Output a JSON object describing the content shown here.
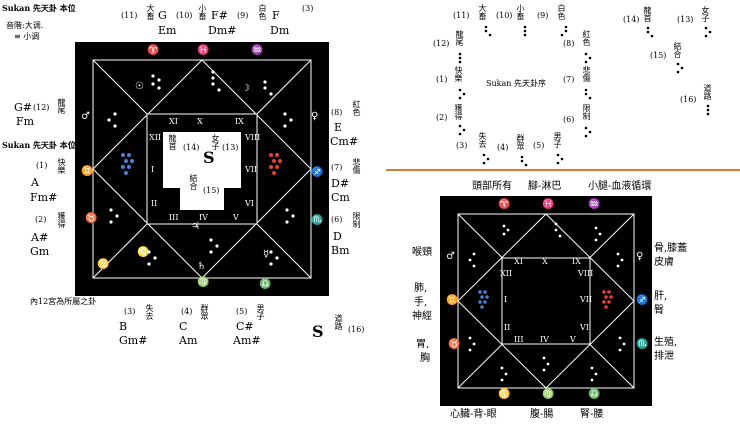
{
  "left": {
    "header": "Sukan 先天卦 本位",
    "legend": [
      "音階:大调.",
      "≡ 小调"
    ],
    "middle_label": "Sukan 先天卦 本位",
    "footer_note": "內12宮為所屬之卦",
    "big_s": "S",
    "top": [
      {
        "num": "(11)",
        "gua": "大畜",
        "note": "G",
        "chord": "Em"
      },
      {
        "num": "(10)",
        "gua": "小畜",
        "note": "F#",
        "chord": "Dm#"
      },
      {
        "num": "(9)",
        "gua": "白色",
        "note": "F",
        "chord": "Dm"
      },
      {
        "num": "(3)"
      }
    ],
    "left_side": [
      {
        "num": "(12)",
        "gua": "龍尾",
        "note": "G#",
        "chord": "Fm"
      },
      {
        "num": "(1)",
        "gua": "快樂",
        "note": "A",
        "chord": "Fm#"
      },
      {
        "num": "(2)",
        "gua": "獲得",
        "note": "A#",
        "chord": "Gm"
      }
    ],
    "right_side": [
      {
        "num": "(8)",
        "gua": "紅色",
        "note": "E",
        "chord": "Cm#"
      },
      {
        "num": "(7)",
        "gua": "悲傷",
        "note": "D#",
        "chord": "Cm"
      },
      {
        "num": "(6)",
        "gua": "限制",
        "note": "D",
        "chord": "Bm"
      }
    ],
    "bottom": [
      {
        "num": "(3)",
        "gua": "失去",
        "note": "B",
        "chord": "Gm#"
      },
      {
        "num": "(4)",
        "gua": "群眾",
        "note": "C",
        "chord": "Am"
      },
      {
        "num": "(5)",
        "gua": "男子",
        "note": "C#",
        "chord": "Am#"
      },
      {
        "num": "(16)",
        "gua": "道路"
      }
    ],
    "center": [
      {
        "num": "(14)",
        "gua": "龍首"
      },
      {
        "num": "(13)",
        "gua": "女子"
      },
      {
        "num": "(15)",
        "gua": "結合"
      }
    ],
    "houses": [
      "XII",
      "XI",
      "X",
      "IX",
      "VIII",
      "VII",
      "VI",
      "V",
      "IV",
      "III",
      "II",
      "I"
    ],
    "symbols": [
      "♈",
      "♓",
      "♒",
      "☉",
      "☽",
      "♂",
      "♊",
      "♉",
      "♋",
      "♌",
      "♍",
      "♎",
      "♏",
      "♐",
      "♀",
      "♃",
      "♄",
      "☿"
    ]
  },
  "right_top": {
    "title": "Sukan 先天卦序",
    "items": [
      {
        "num": "(11)",
        "gua": "大畜"
      },
      {
        "num": "(10)",
        "gua": "小畜"
      },
      {
        "num": "(9)",
        "gua": "白色"
      },
      {
        "num": "(12)",
        "gua": "龍尾"
      },
      {
        "num": "(8)",
        "gua": "紅色"
      },
      {
        "num": "(1)",
        "gua": "快樂"
      },
      {
        "num": "(7)",
        "gua": "悲傷"
      },
      {
        "num": "(2)",
        "gua": "獲得"
      },
      {
        "num": "(6)",
        "gua": "限制"
      },
      {
        "num": "(3)",
        "gua": "失去"
      },
      {
        "num": "(4)",
        "gua": "群眾"
      },
      {
        "num": "(5)",
        "gua": "男子"
      },
      {
        "num": "(14)",
        "gua": "龍首"
      },
      {
        "num": "(13)",
        "gua": "女子"
      },
      {
        "num": "(15)",
        "gua": "結合"
      },
      {
        "num": "(16)",
        "gua": "道路"
      }
    ]
  },
  "right_bottom": {
    "top_labels": [
      "頭部所有",
      "腳-淋巴",
      "小腿-血液循環"
    ],
    "left_labels": [
      "喉頸",
      "肺,",
      "手,",
      "神經",
      "胃,",
      "胸"
    ],
    "right_labels": [
      "骨,膝蓋",
      "皮膚",
      "肝,",
      "臀",
      "生殖,",
      "排泄"
    ],
    "bottom_labels": [
      "心臟-背-眼",
      "腹-腸",
      "腎-腰"
    ]
  },
  "colors": {
    "blue": "#4a7fd4",
    "red": "#e8402c",
    "orange": "#e07a30"
  }
}
